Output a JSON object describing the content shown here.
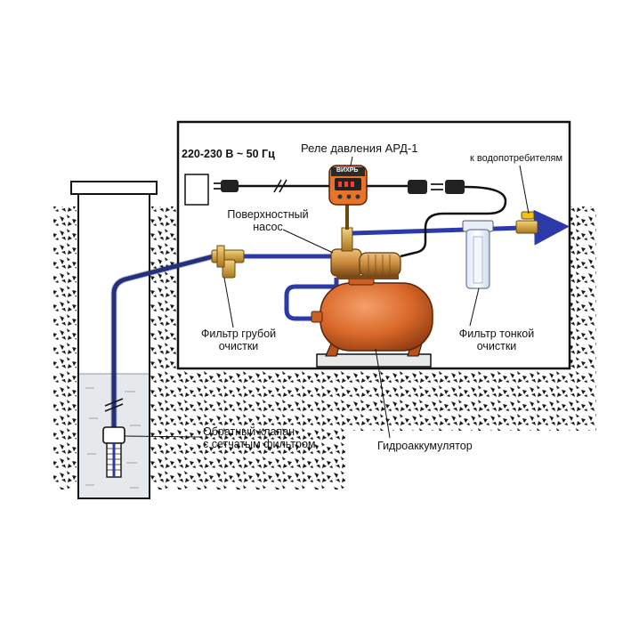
{
  "labels": {
    "voltage": "220-230 В ~ 50 Гц",
    "relay": "Реле давления АРД-1",
    "relay_brand": "ВИХРЬ",
    "consumers": "к водопотребителям",
    "pump_line1": "Поверхностный",
    "pump_line2": "насос",
    "coarse_line1": "Фильтр грубой",
    "coarse_line2": "очистки",
    "fine_line1": "Фильтр тонкой",
    "fine_line2": "очистки",
    "valve_line1": "Обратный клапан",
    "valve_line2": "с сетчатым фильтром",
    "accumulator": "Гидроаккумулятор"
  },
  "colors": {
    "pipe": "#2b3aa8",
    "tank": "#d9692a",
    "tank_dark": "#8e3a10",
    "pump": "#c98a3c",
    "relay": "#e8742a",
    "filter_brass": "#d9a640",
    "water": "#e6e9ec",
    "soil": "#1a1a1a"
  }
}
